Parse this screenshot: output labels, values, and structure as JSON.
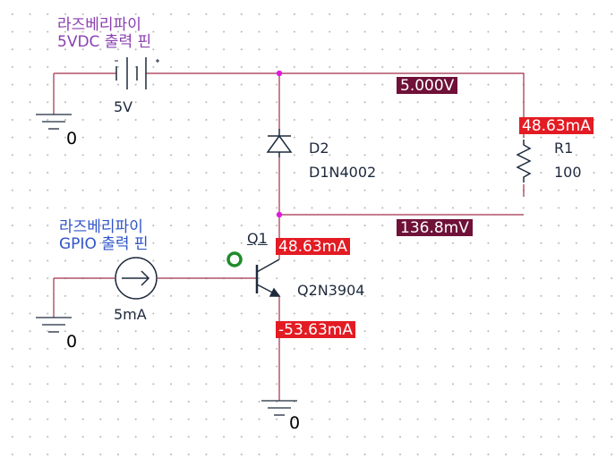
{
  "supply_5v": {
    "label_line1": "라즈베리파이",
    "label_line2": "5VDC 출력 핀",
    "value": "5V"
  },
  "gpio_source": {
    "label_line1": "라즈베리파이",
    "label_line2": "GPIO 출력 핀",
    "value": "5mA"
  },
  "diode": {
    "refdes": "D2",
    "part": "D1N4002"
  },
  "resistor": {
    "refdes": "R1",
    "value": "100"
  },
  "transistor": {
    "refdes": "Q1",
    "part": "Q2N3904"
  },
  "grounds": {
    "ground_1": "0",
    "ground_2": "0",
    "ground_3": "0"
  },
  "probes": {
    "voltage_top": "5.000V",
    "voltage_collector": "136.8mV",
    "current_resistor": "48.63mA",
    "current_collector": "48.63mA",
    "current_emitter": "-53.63mA"
  },
  "colors": {
    "wire": "#a0304a",
    "voltage_badge": "#6f1138",
    "current_badge": "#e31b23",
    "node_dot": "#e019e0",
    "label_purple": "#8a3fb0",
    "label_blue": "#2f55c8",
    "selection_ring": "#1e8c2a"
  },
  "icons": {
    "gnd_symbol": "ground-icon",
    "node": "junction-dot-icon"
  }
}
